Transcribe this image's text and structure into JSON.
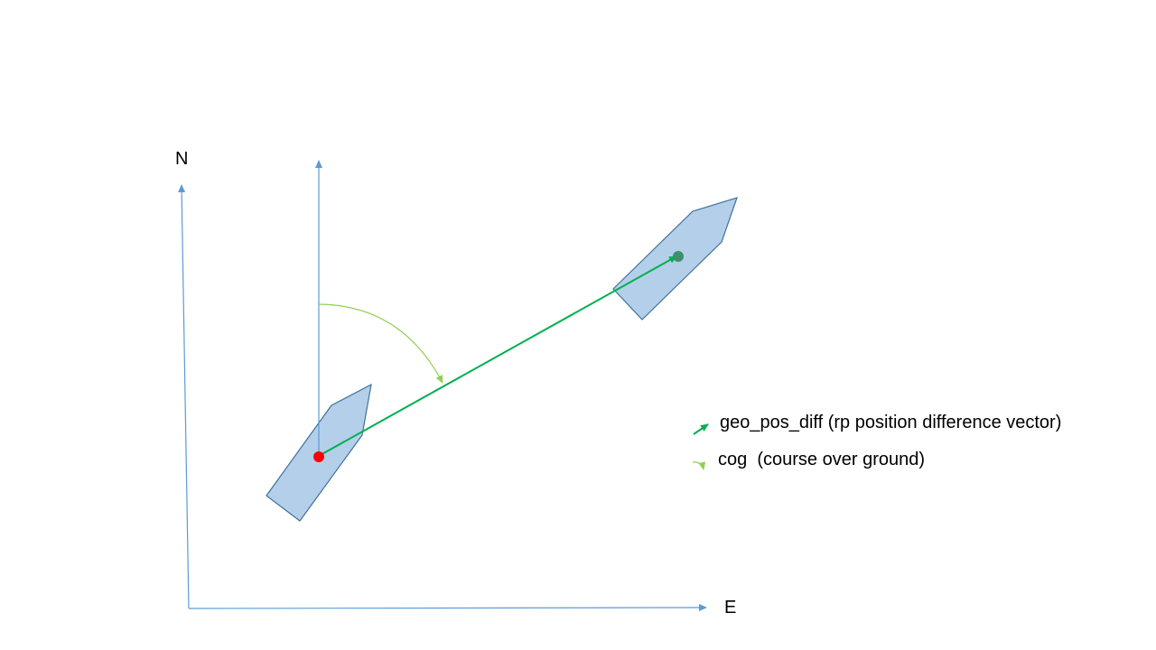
{
  "axes": {
    "north_label": "N",
    "east_label": "E"
  },
  "legend": {
    "items": [
      {
        "icon": "green-arrow-icon",
        "color": "#00B050",
        "label": "geo_pos_diff (rp position difference vector)"
      },
      {
        "icon": "curved-arrow-icon",
        "color": "#92D050",
        "label": "cog  (course over ground)"
      }
    ]
  },
  "colors": {
    "axis": "#5B9BD5",
    "boat_fill": "#B4CFEA",
    "boat_stroke": "#41719C",
    "position_vector": "#00B050",
    "cog_arc": "#92D050",
    "start_point": "#FF0000",
    "end_point": "#3D8F6F"
  }
}
